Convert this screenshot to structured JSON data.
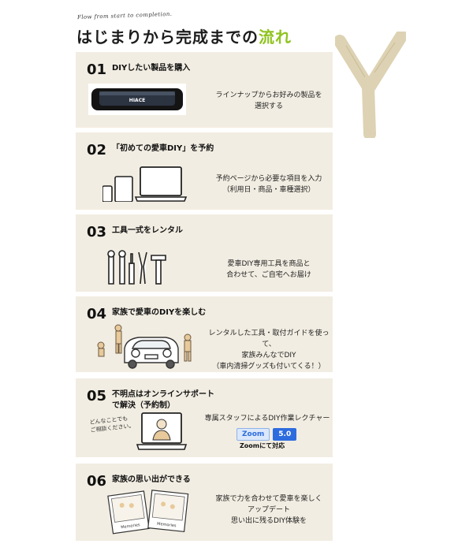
{
  "header": {
    "subtitle": "Flow from start to completion.",
    "title_main": "はじまりから完成までの",
    "title_accent": "流れ"
  },
  "steps": [
    {
      "num": "01",
      "title": "DIYしたい製品を購入",
      "desc_lines": [
        "ラインナップからお好みの製品を",
        "選択する"
      ],
      "product_label": "HIACE"
    },
    {
      "num": "02",
      "title": "「初めての愛車DIY」を予約",
      "desc_lines": [
        "予約ページから必要な項目を入力",
        "（利用日・商品・車種選択）"
      ]
    },
    {
      "num": "03",
      "title": "工具一式をレンタル",
      "desc_lines": [
        "愛車DIY専用工具を商品と",
        "合わせて、ご自宅へお届け"
      ]
    },
    {
      "num": "04",
      "title": "家族で愛車のDIYを楽しむ",
      "desc_lines": [
        "レンタルした工具・取付ガイドを使って、",
        "家族みんなでDIY",
        "（車内清掃グッズも付いてくる！）"
      ]
    },
    {
      "num": "05",
      "title_lines": [
        "不明点はオンラインサポート",
        "で解決（予約制）"
      ],
      "desc_lines": [
        "専属スタッフによるDIY作業レクチャー"
      ],
      "note_lines": [
        "どんなことでも",
        "ご相談ください。"
      ],
      "zoom_label": "Zoom",
      "zoom_version": "5.0",
      "zoom_caption": "Zoomにて対応"
    },
    {
      "num": "06",
      "title": "家族の思い出ができる",
      "desc_lines": [
        "家族で力を合わせて愛車を楽しく",
        "アップデート",
        "思い出に残るDIY体験を"
      ],
      "photo_caption": "Memories"
    }
  ]
}
